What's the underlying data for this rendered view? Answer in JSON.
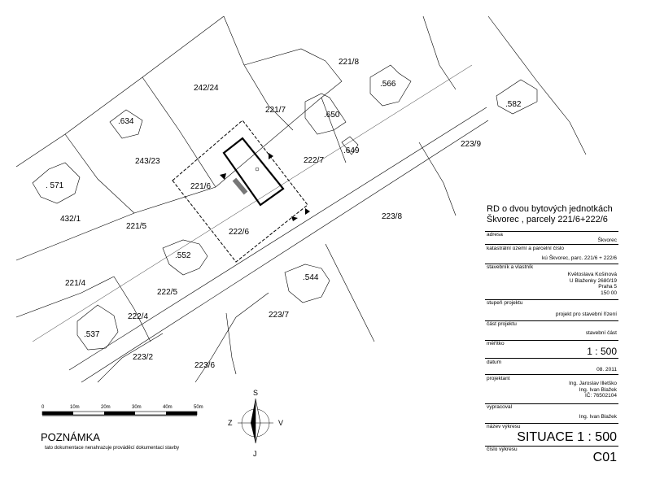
{
  "parcels": {
    "p_221_8": "221/8",
    "p_566": ".566",
    "p_242_24": "242/24",
    "p_221_7": "221/7",
    "p_650": ".650",
    "p_582": ".582",
    "p_634": ".634",
    "p_223_9": "223/9",
    "p_649": ".649",
    "p_243_23": "243/23",
    "p_222_7": "222/7",
    "p_571": ". 571",
    "p_221_6": "221/6",
    "p_432_1": "432/1",
    "p_221_5": "221/5",
    "p_222_6": "222/6",
    "p_223_8": "223/8",
    "p_552": ".552",
    "p_221_4": "221/4",
    "p_544": ".544",
    "p_222_5": "222/5",
    "p_222_4": "222/4",
    "p_223_7": "223/7",
    "p_537": ".537",
    "p_223_2": "223/2",
    "p_223_6": "223/6"
  },
  "title_block": {
    "project_title_1": "RD o dvou bytových jednotkách",
    "project_title_2": "Škvorec , parcely  221/6+222/6",
    "address_label": "adresa",
    "address_value": "Škvorec",
    "cadastre_label": "katastrální území a parcelní číslo",
    "cadastre_value": "kú Škvorec, parc. 221/6 + 222/6",
    "builder_label": "stavebník a vlastník",
    "builder_line_1": "Květoslava Košinová",
    "builder_line_2": "U Blaženky 2680/19",
    "builder_line_3": "Praha 5",
    "builder_line_4": "150 00",
    "stage_label": "stupeň projektu",
    "stage_value": "projekt pro stavební řízení",
    "part_label": "část projektu",
    "part_value": "stavební část",
    "scale_label": "měřítko",
    "scale_value": "1 : 500",
    "date_label": "datum",
    "date_value": "08. 2011",
    "designer_label": "projektant",
    "designer_line_1": "Ing. Jaroslav Illetško",
    "designer_line_2": "Ing. Ivan Blažek",
    "designer_line_3": "IČ: 76502104",
    "author_label": "vypracoval",
    "author_value": "Ing. Ivan Blažek",
    "drawing_name_label": "název výkresu",
    "drawing_name_value": "SITUACE 1 : 500",
    "drawing_no_label": "číslo výkresu",
    "drawing_no_value": "C01"
  },
  "scale_bar": {
    "ticks": [
      "0",
      "10m",
      "20m",
      "30m",
      "40m",
      "50m"
    ]
  },
  "note": {
    "heading": "POZNÁMKA",
    "text": "tato dokumentace nenahrazuje prováděcí dokumentaci stavby"
  },
  "compass": {
    "north": "S",
    "south": "J",
    "west": "Z",
    "east": "V"
  }
}
